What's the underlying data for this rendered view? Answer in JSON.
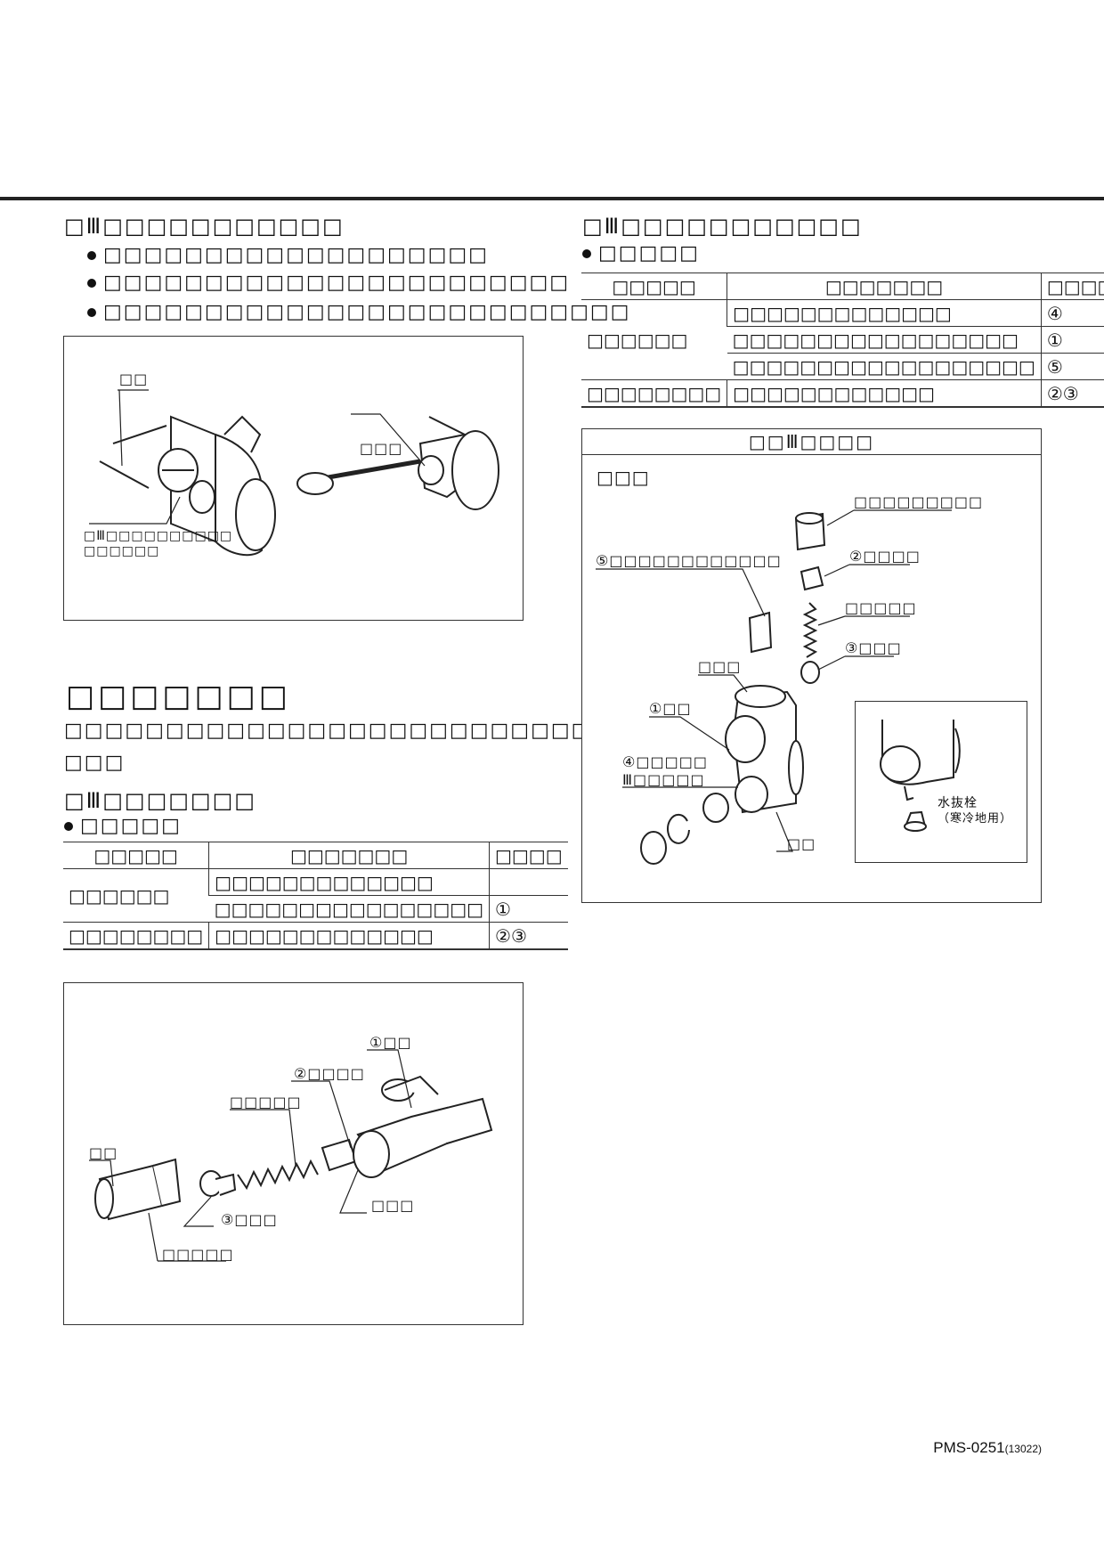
{
  "left": {
    "s1_heading": "□Ⅲ□□□□□□□□□□□",
    "s1_bullets": [
      "□□□□□□□□□□□□□□□□□□□",
      "□□□□□□□□□□□□□□□□□□□□□□□",
      "□□□□□□□□□□□□□□□□□□□□□□□□□□"
    ],
    "fig1": {
      "label_top": "□□",
      "label_screw": "□□□",
      "label_bottom_1": "□Ⅲ□□□□□□□□□□",
      "label_bottom_2": "□□□□□□"
    },
    "section_title": "□□□□□□□",
    "section_para_1": "□□□□□□□□□□□□□□□□□□□□□□□□□□",
    "section_para_2": "□□□",
    "s2_heading": "□Ⅲ□□□□□□□",
    "s2_bullet": "□□□□□",
    "table": {
      "headers": [
        "□□□□□",
        "□□□□□□□",
        "□□□□"
      ],
      "rows": [
        [
          "□□□□□□",
          "□□□□□□□□□□□□□",
          ""
        ],
        [
          "",
          "□□□□□□□□□□□□□□□□",
          "①"
        ],
        [
          "□□□□□□□□",
          "□□□□□□□□□□□□□",
          "②③"
        ]
      ]
    },
    "fig2": {
      "l1": "①□□",
      "l2": "②□□□□",
      "l3": "□□□□□",
      "l4": "□□",
      "l5": "③□□□",
      "l6": "□□□",
      "l7": "□□□□□"
    }
  },
  "right": {
    "s_heading": "□Ⅲ□□□□□□□□□□□",
    "s_bullet": "□□□□□",
    "table": {
      "headers": [
        "□□□□□",
        "□□□□□□□",
        "□□□□"
      ],
      "rows": [
        [
          "□□□□□□",
          "□□□□□□□□□□□□□",
          "④"
        ],
        [
          "",
          "□□□□□□□□□□□□□□□□□",
          "①"
        ],
        [
          "",
          "□□□□□□□□□□□□□□□□□□",
          "⑤"
        ],
        [
          "□□□□□□□□",
          "□□□□□□□□□□□□",
          "②③"
        ]
      ]
    },
    "fig": {
      "title": "□□Ⅲ□□□□",
      "sub": "□□□",
      "l_cap": "□□□□□□□□□",
      "l_seat": "②□□□□",
      "l_strainer": "⑤□□□□□□□□□□□□",
      "l_spring": "□□□□□",
      "l_valve": "③□□□",
      "l_pin": "□□□",
      "l_body": "①□□",
      "l_plug_1": "④□□□□□",
      "l_plug_2": "Ⅲ□□□□□",
      "l_main": "□□",
      "inset_1": "水抜栓",
      "inset_2": "（寒冷地用）"
    }
  },
  "footer": {
    "code": "PMS-0251",
    "sub": "(13022)"
  }
}
